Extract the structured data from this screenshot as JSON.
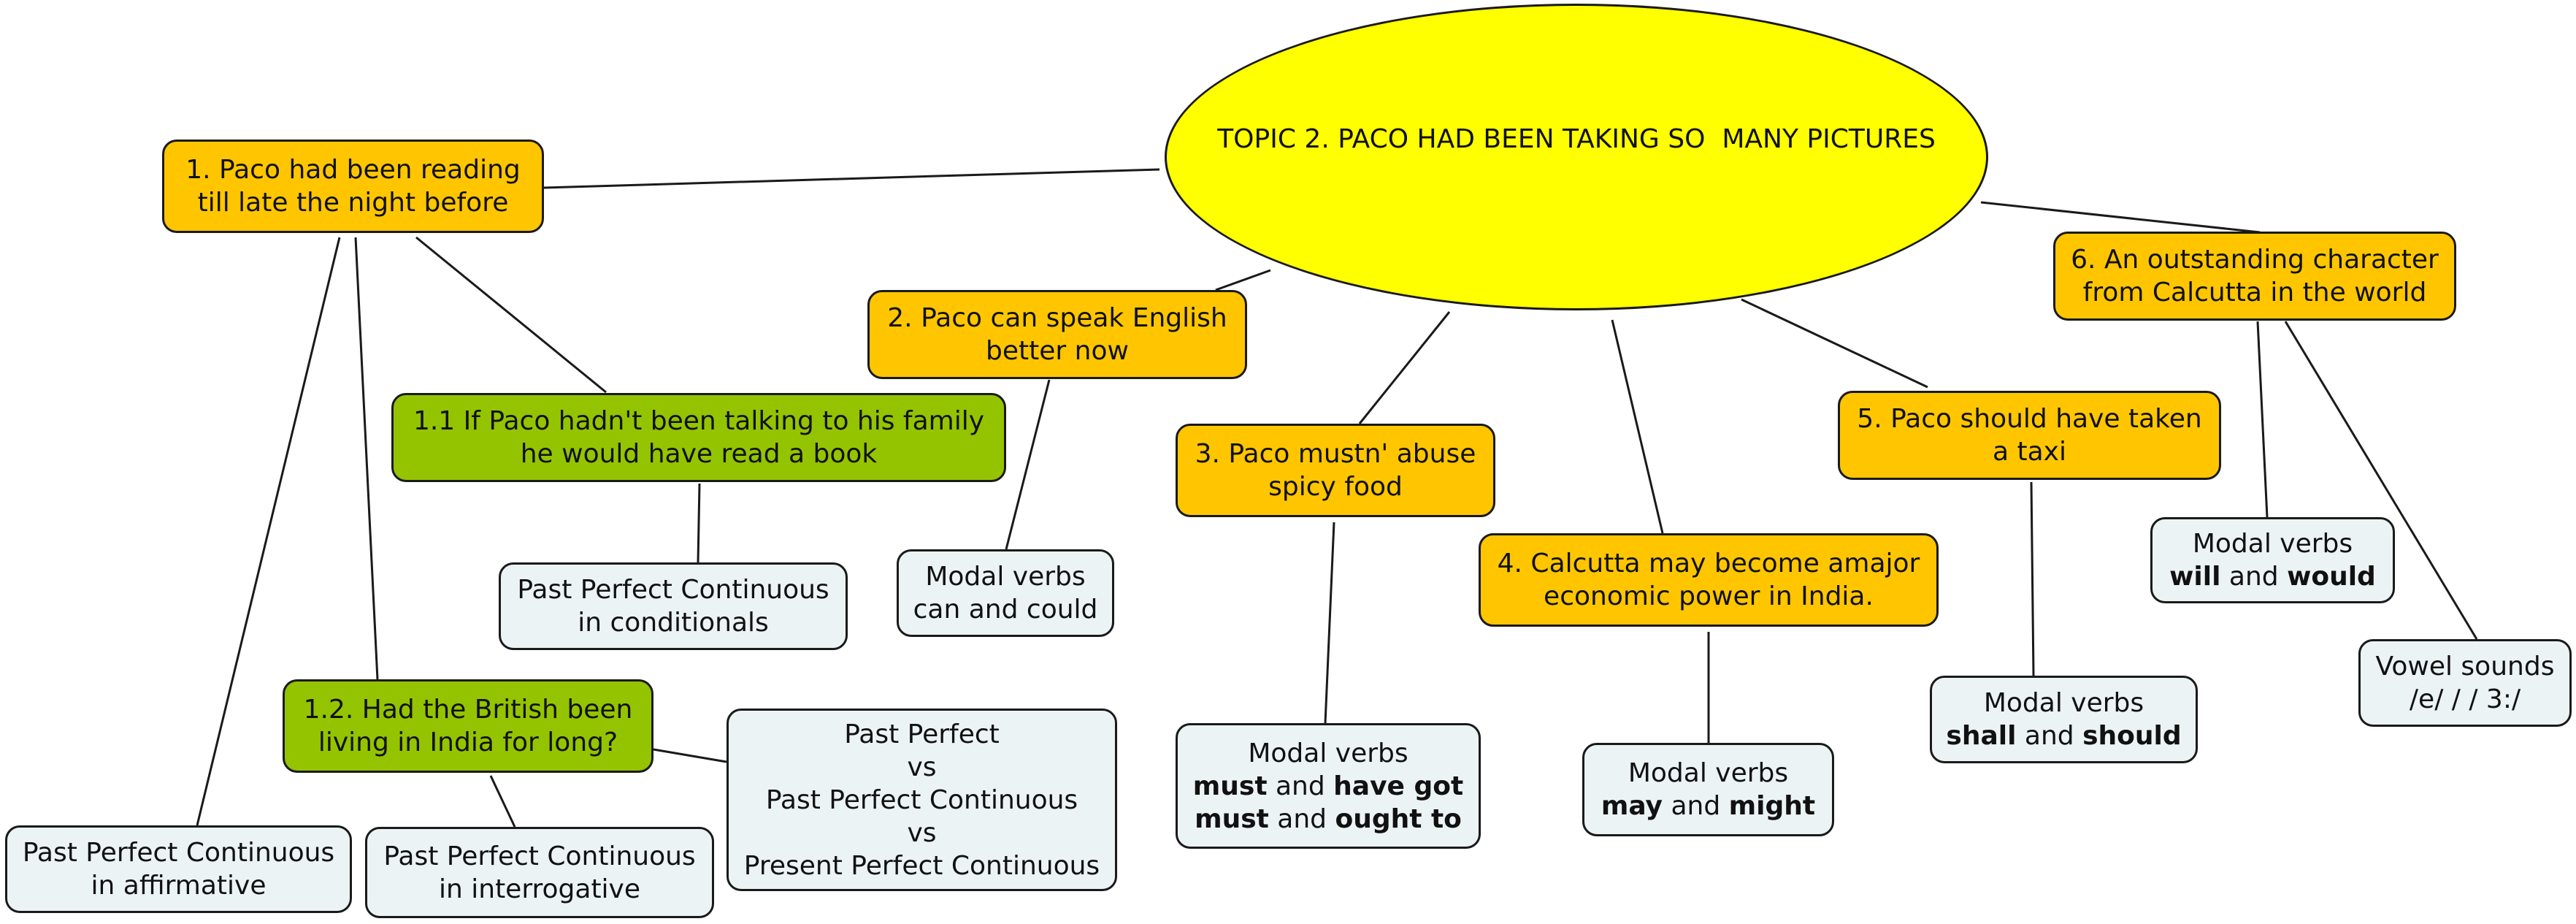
{
  "central": {
    "title": "TOPIC 2. PACO HAD BEEN TAKING SO  MANY PICTURES"
  },
  "nodes": {
    "n1": {
      "lines": [
        "1. Paco had been reading",
        "till late the night before"
      ]
    },
    "n1_1": {
      "lines": [
        "1.1 If Paco hadn't been talking to his family",
        "he would have read a book"
      ]
    },
    "n1_2": {
      "lines": [
        "1.2. Had the British been",
        "living in India for long?"
      ]
    },
    "n2": {
      "lines": [
        "2. Paco can speak English",
        "better now"
      ]
    },
    "n3": {
      "lines": [
        "3. Paco mustn' abuse",
        "spicy food"
      ]
    },
    "n4": {
      "lines": [
        "4. Calcutta may become amajor",
        "economic power in India."
      ]
    },
    "n5": {
      "lines": [
        "5. Paco should have taken",
        "a taxi"
      ]
    },
    "n6": {
      "lines": [
        "6. An outstanding character",
        "from Calcutta in the world"
      ]
    },
    "l_ppc_cond": {
      "lines": [
        "Past Perfect Continuous",
        "in conditionals"
      ]
    },
    "l_ppc_aff": {
      "lines": [
        "Past Perfect Continuous",
        "in affirmative"
      ]
    },
    "l_ppc_int": {
      "lines": [
        "Past Perfect Continuous",
        "in interrogative"
      ]
    },
    "l_pp_vs": {
      "lines": [
        "Past Perfect",
        "vs",
        "Past Perfect Continuous",
        "vs",
        "Present Perfect Continuous"
      ]
    },
    "l_can": {
      "lines": [
        "Modal verbs",
        "can and could"
      ]
    },
    "l_must": {
      "line1": "Modal verbs",
      "w1": "must",
      "c1": " and ",
      "w2": "have got",
      "w3": "must",
      "c2": " and ",
      "w4": "ought to"
    },
    "l_may": {
      "line1": "Modal verbs",
      "w1": "may",
      "c1": " and ",
      "w2": "might"
    },
    "l_shall": {
      "line1": "Modal verbs",
      "w1": "shall",
      "c1": " and ",
      "w2": "should"
    },
    "l_will": {
      "line1": "Modal verbs",
      "w1": "will",
      "c1": " and ",
      "w2": "would"
    },
    "l_vowel": {
      "lines": [
        "Vowel sounds",
        "/e/ / / 3:/"
      ]
    }
  },
  "colors": {
    "central": "#ffff00",
    "topic": "#ffc600",
    "subtopic": "#94c400",
    "leaf": "#ecf3f5",
    "connector": "#1a1a1a"
  }
}
